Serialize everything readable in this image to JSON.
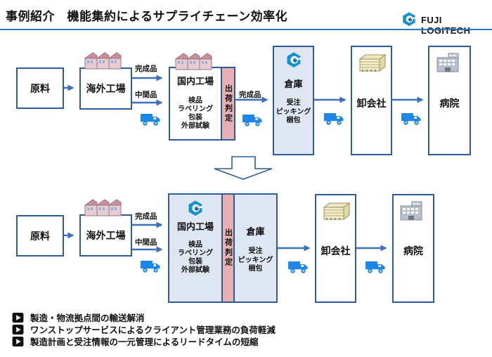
{
  "header": {
    "title": "事例紹介　機能集約によるサプライチェーン効率化",
    "brand": "FUJI LOGITECH"
  },
  "labels": {
    "raw": "原料",
    "overseas": "海外工場",
    "finished": "完成品",
    "intermediate": "中間品",
    "domestic": "国内工場",
    "domestic_tasks": [
      "検品",
      "ラベリング",
      "包装",
      "外部試験"
    ],
    "judgment": "出荷判定",
    "warehouse": "倉庫",
    "warehouse_tasks": [
      "受注",
      "ピッキング",
      "梱包"
    ],
    "wholesaler": "卸会社",
    "hospital": "病院"
  },
  "bullets": [
    "製造・物流拠点間の輸送解消",
    "ワンストップサービスによるクライアント管理業務の負荷軽減",
    "製造計画と受注情報の一元管理によるリードタイムの短縮"
  ],
  "colors": {
    "box_border": "#2d5b9b",
    "arrow": "#3f6fba",
    "light_blue_fill": "#dde6f1",
    "pink_fill": "#e7b1b3",
    "truck_blue": "#1e86e8",
    "header_line": "#2e75b6",
    "brand_blue": "#1690cf"
  }
}
